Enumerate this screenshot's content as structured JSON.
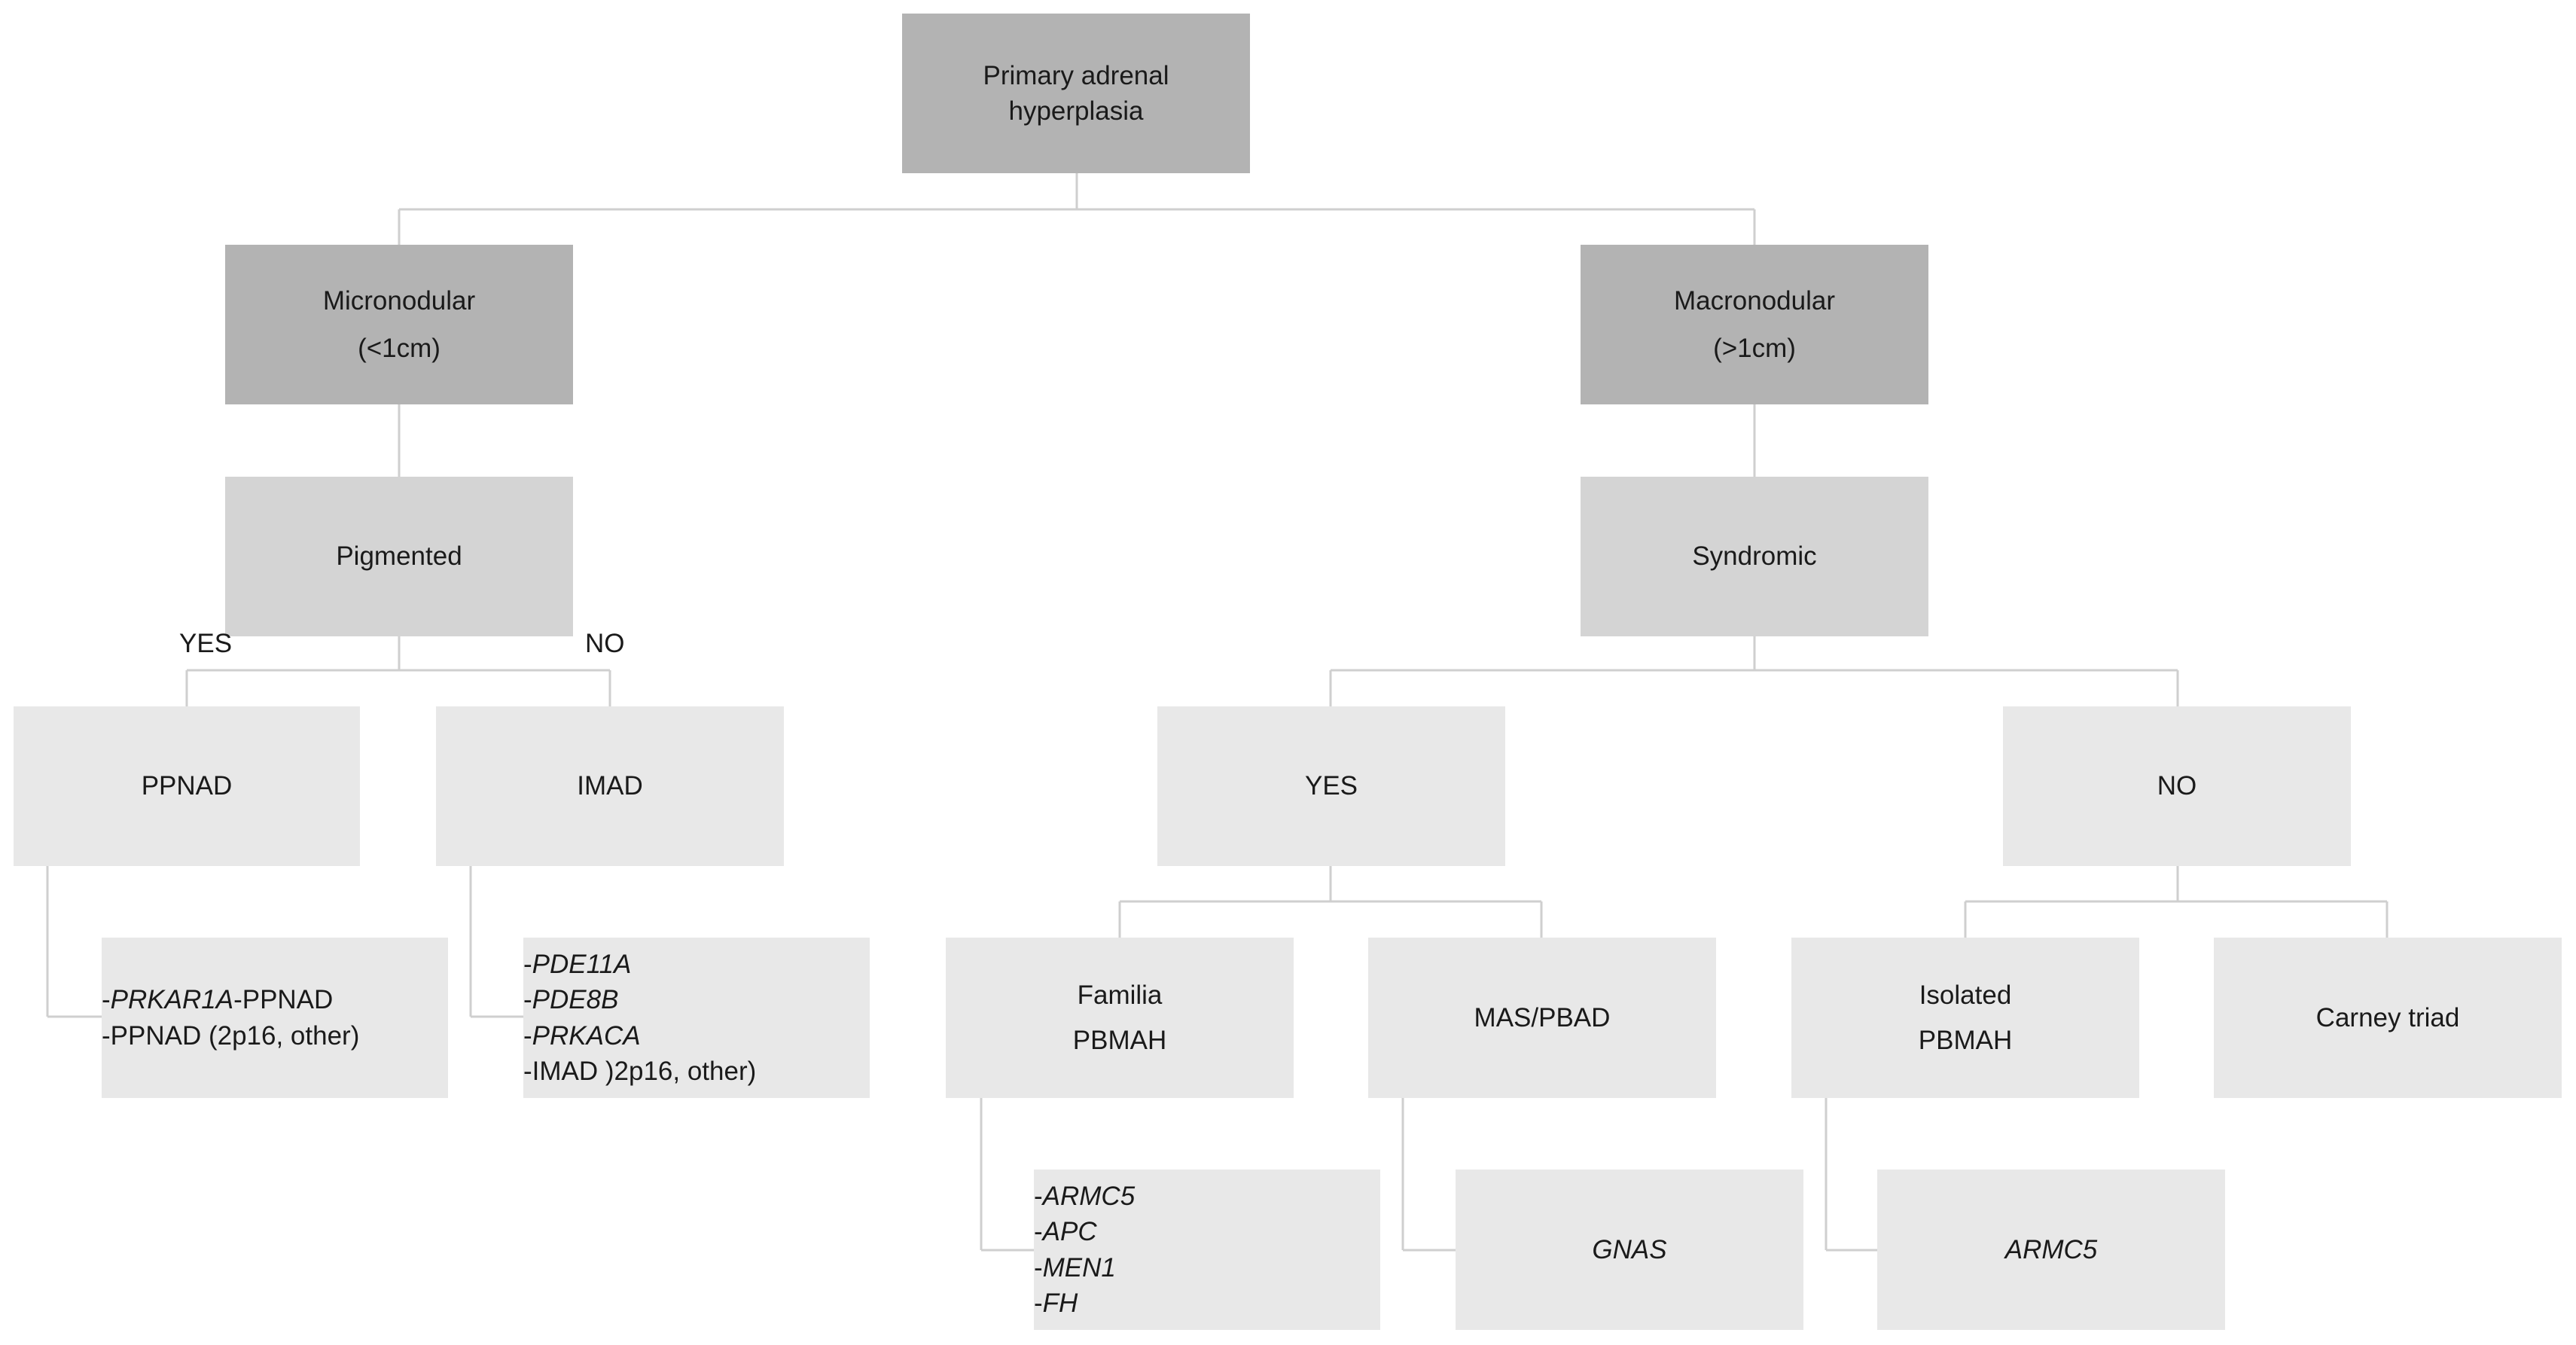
{
  "root": {
    "line1": "Primary adrenal",
    "line2": "hyperplasia"
  },
  "micro": {
    "line1": "Micronodular",
    "line2": "(<1cm)"
  },
  "macro": {
    "line1": "Macronodular",
    "line2": "(>1cm)"
  },
  "pigmented": "Pigmented",
  "syndromic": "Syndromic",
  "branch_labels": {
    "yes": "YES",
    "no": "NO"
  },
  "ppnad": "PPNAD",
  "imad": "IMAD",
  "syn_yes": "YES",
  "syn_no": "NO",
  "familia": {
    "line1": "Familia",
    "line2": "PBMAH"
  },
  "mas": "MAS/PBAD",
  "isolated": {
    "line1": "Isolated",
    "line2": "PBMAH"
  },
  "carney": "Carney triad",
  "ppnad_genes": {
    "l1_dash": "-",
    "l1_gene": "PRKAR1A",
    "l1_rest": "-PPNAD",
    "l2": "-PPNAD (2p16, other)"
  },
  "imad_genes": {
    "dash": "-",
    "g1": "PDE11A",
    "g2": "PDE8B",
    "g3": "PRKACA",
    "l4": "-IMAD )2p16, other)"
  },
  "familia_genes": {
    "dash": "-",
    "g1": "ARMC5",
    "g2": "APC",
    "g3": "MEN1",
    "g4": "FH"
  },
  "gnas": "GNAS",
  "armc5": "ARMC5"
}
